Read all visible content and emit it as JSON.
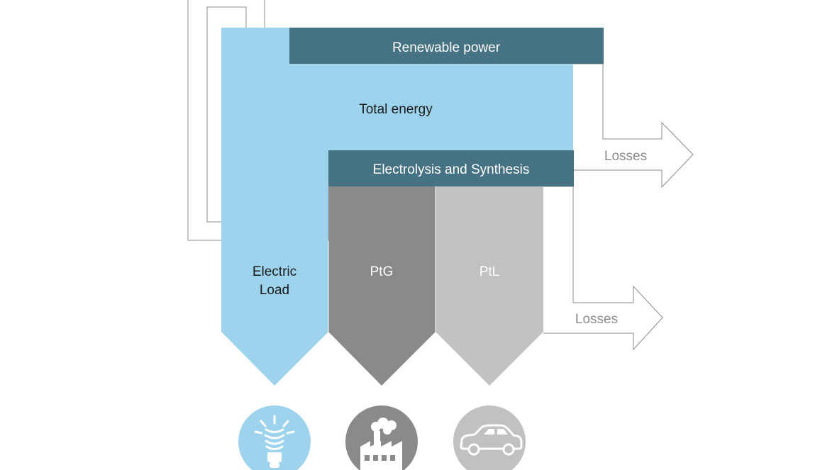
{
  "labels": {
    "renewable_power": "Renewable power",
    "total_energy": "Total energy",
    "electrolysis_synthesis": "Electrolysis and Synthesis",
    "losses_upper": "Losses",
    "losses_lower": "Losses",
    "electric_load_line1": "Electric",
    "electric_load_line2": "Load",
    "ptg": "PtG",
    "ptl": "PtL"
  },
  "icons": {
    "electric_load": "light-bulb-icon",
    "ptg": "factory-icon",
    "ptl": "car-icon"
  },
  "colors": {
    "light_blue": "#9dd3ed",
    "dark_teal": "#467383",
    "dark_gray": "#8a8a8a",
    "light_gray": "#c1c1c1",
    "outline_gray": "#8c8c8c",
    "text_dark": "#1b1b1b",
    "text_white": "#ffffff",
    "text_gray": "#8c8c8c"
  }
}
